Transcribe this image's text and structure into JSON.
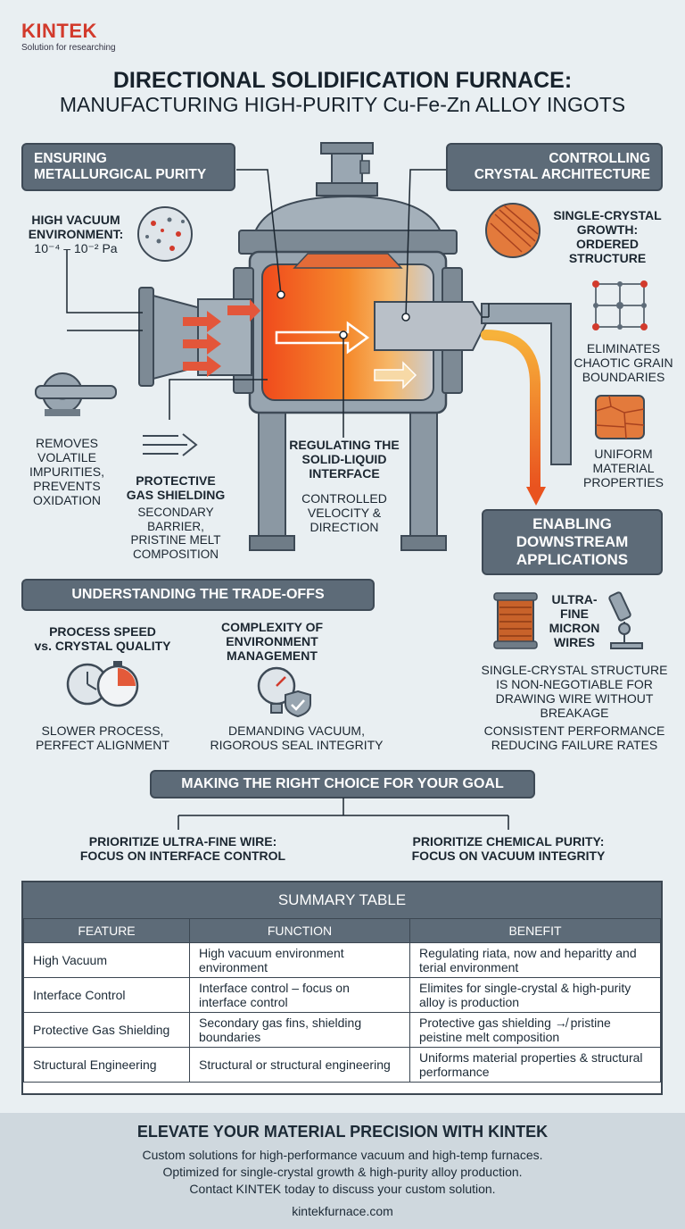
{
  "brand": {
    "name": "KINTEK",
    "tagline": "Solution for researching"
  },
  "title": {
    "line1": "DIRECTIONAL SOLIDIFICATION FURNACE:",
    "line2": "MANUFACTURING HIGH-PURITY Cu-Fe-Zn ALLOY INGOTS"
  },
  "purity": {
    "header_l1": "ENSURING",
    "header_l2": "METALLURGICAL PURITY",
    "vacuum_l1": "HIGH VACUUM",
    "vacuum_l2": "ENVIRONMENT:",
    "vacuum_l3": "10⁻⁴ – 10⁻² Pa",
    "removes_l1": "REMOVES",
    "removes_l2": "VOLATILE",
    "removes_l3": "IMPURITIES,",
    "removes_l4": "PREVENTS",
    "removes_l5": "OXIDATION",
    "gas_l1": "PROTECTIVE",
    "gas_l2": "GAS SHIELDING",
    "gas_d1": "SECONDARY",
    "gas_d2": "BARRIER,",
    "gas_d3": "PRISTINE MELT",
    "gas_d4": "COMPOSITION"
  },
  "interface": {
    "l1": "REGULATING THE",
    "l2": "SOLID-LIQUID",
    "l3": "INTERFACE",
    "d1": "CONTROLLED",
    "d2": "VELOCITY &",
    "d3": "DIRECTION"
  },
  "crystal": {
    "header_l1": "CONTROLLING",
    "header_l2": "CRYSTAL ARCHITECTURE",
    "single_l1": "SINGLE-CRYSTAL",
    "single_l2": "GROWTH:",
    "single_l3": "ORDERED",
    "single_l4": "STRUCTURE",
    "elim_l1": "ELIMINATES",
    "elim_l2": "CHAOTIC GRAIN",
    "elim_l3": "BOUNDARIES",
    "uni_l1": "UNIFORM",
    "uni_l2": "MATERIAL",
    "uni_l3": "PROPERTIES"
  },
  "downstream": {
    "header_l1": "ENABLING",
    "header_l2": "DOWNSTREAM",
    "header_l3": "APPLICATIONS",
    "wire_l1": "ULTRA-",
    "wire_l2": "FINE",
    "wire_l3": "MICRON",
    "wire_l4": "WIRES",
    "d1": "SINGLE-CRYSTAL STRUCTURE",
    "d2": "IS NON-NEGOTIABLE FOR",
    "d3": "DRAWING WIRE WITHOUT",
    "d4": "BREAKAGE",
    "p1": "CONSISTENT PERFORMANCE",
    "p2": "REDUCING FAILURE RATES"
  },
  "tradeoffs": {
    "header": "UNDERSTANDING THE TRADE-OFFS",
    "speed_l1": "PROCESS SPEED",
    "speed_l2": "vs. CRYSTAL QUALITY",
    "speed_d1": "SLOWER PROCESS,",
    "speed_d2": "PERFECT ALIGNMENT",
    "env_l1": "COMPLEXITY OF",
    "env_l2": "ENVIRONMENT",
    "env_l3": "MANAGEMENT",
    "env_d1": "DEMANDING VACUUM,",
    "env_d2": "RIGOROUS SEAL INTEGRITY"
  },
  "choice": {
    "header": "MAKING THE RIGHT CHOICE FOR YOUR GOAL",
    "left_l1": "PRIORITIZE ULTRA-FINE WIRE:",
    "left_l2": "FOCUS ON INTERFACE CONTROL",
    "right_l1": "PRIORITIZE CHEMICAL PURITY:",
    "right_l2": "FOCUS ON VACUUM INTEGRITY"
  },
  "summary": {
    "title": "SUMMARY TABLE",
    "headers": [
      "FEATURE",
      "FUNCTION",
      "BENEFIT"
    ],
    "rows": [
      {
        "feature": "High Vacuum",
        "function": "High vacuum environment environment",
        "benefit": "Regulating riata, now and heparitty and terial environment"
      },
      {
        "feature": "Interface Control",
        "function": "Interface control – focus on interface control",
        "benefit": "Elimites for single-crystal & high-purity alloy is production"
      },
      {
        "feature": "Protective Gas Shielding",
        "function": "Secondary gas fins, shielding boundaries",
        "benefit": "Protective gas shielding ↛ pristine peistine melt composition"
      },
      {
        "feature": "Structural Engineering",
        "function": "Structural or structural engineering",
        "benefit": "Uniforms material properties & structural performance"
      }
    ]
  },
  "footer": {
    "title": "ELEVATE YOUR MATERIAL PRECISION WITH KINTEK",
    "line1": "Custom solutions for high-performance vacuum and high-temp furnaces.",
    "line2": "Optimized for single-crystal growth & high-purity alloy production.",
    "line3": "Contact KINTEK today to discuss your custom solution.",
    "url": "kintekfurnace.com"
  },
  "colors": {
    "panel": "#5d6b78",
    "accent_red": "#d23a2c",
    "background": "#e9eff2",
    "melt": "#f26a2a"
  }
}
